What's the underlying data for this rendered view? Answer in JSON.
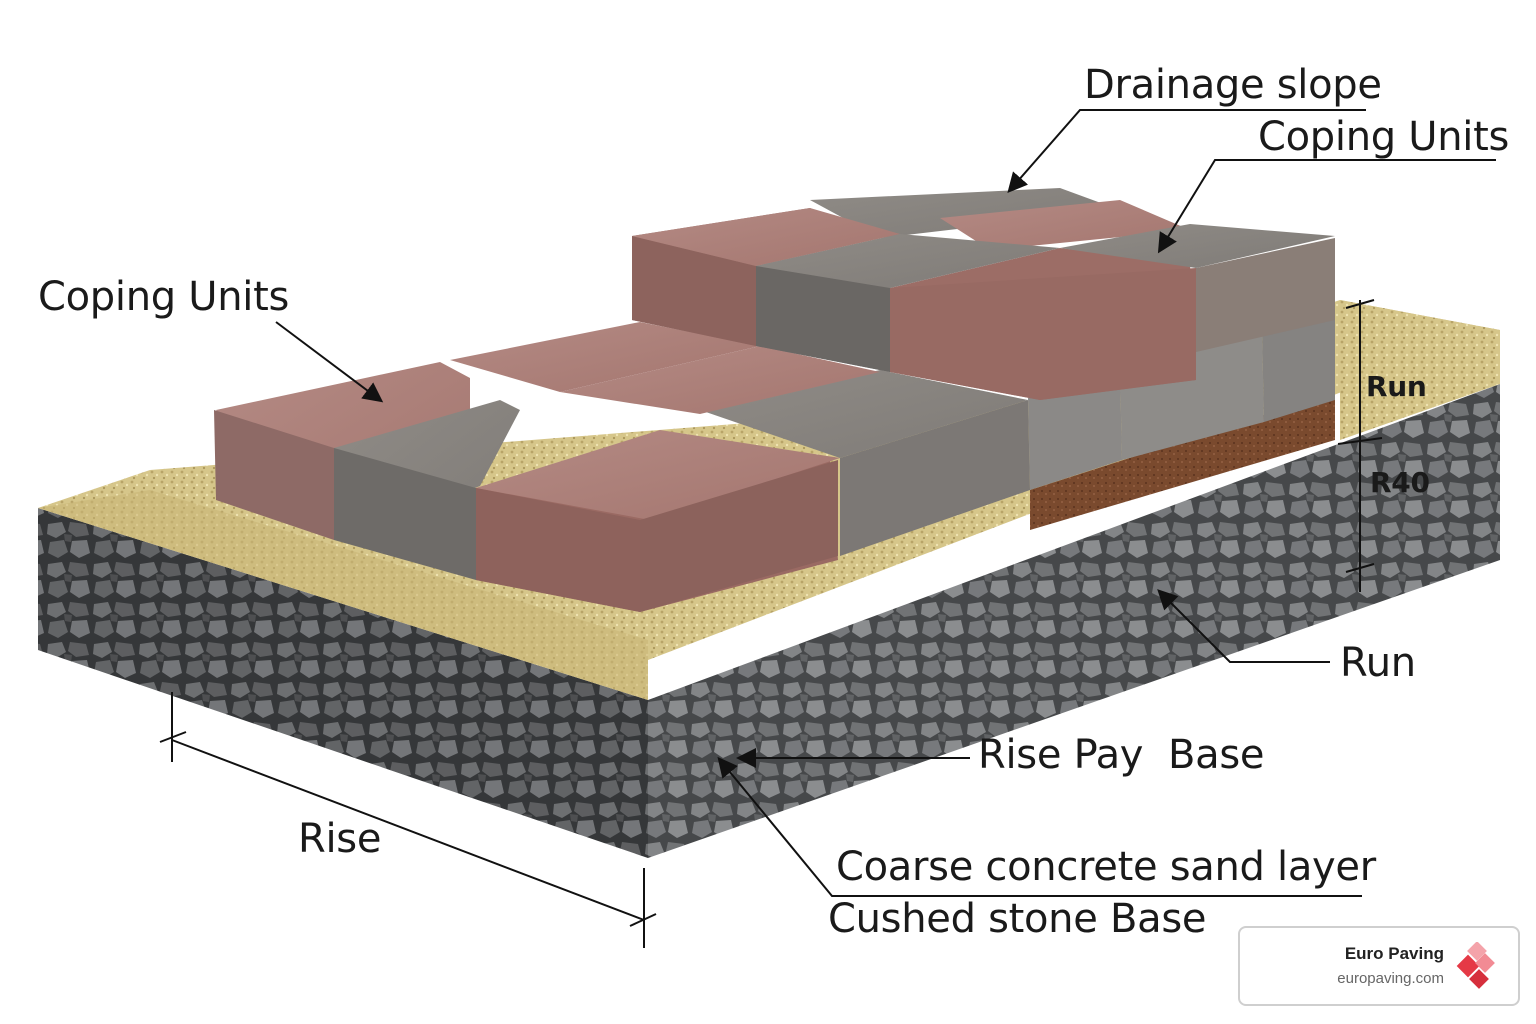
{
  "labels": {
    "drainage_slope": "Drainage slope",
    "coping_units_right": "Coping Units",
    "coping_units_left": "Coping Units",
    "run_small": "Run",
    "r40_small": "R40",
    "run_right": "Run",
    "rise_pay_base": "Rise Pay  Base",
    "coarse_sand": "Coarse concrete sand layer",
    "crushed_stone": "Cushed stone Base",
    "rise": "Rise"
  },
  "brand": {
    "name": "Euro Paving",
    "url": "europaving.com",
    "logo_icon": "red-diamond-logo-icon",
    "accent_color": "#e53946"
  },
  "colors": {
    "sand": "#d8c98e",
    "gravel": "#5c5e60",
    "brick_red": "#9a6a63",
    "brick_gray": "#7a7774",
    "bedding": "#7a4a2e"
  }
}
